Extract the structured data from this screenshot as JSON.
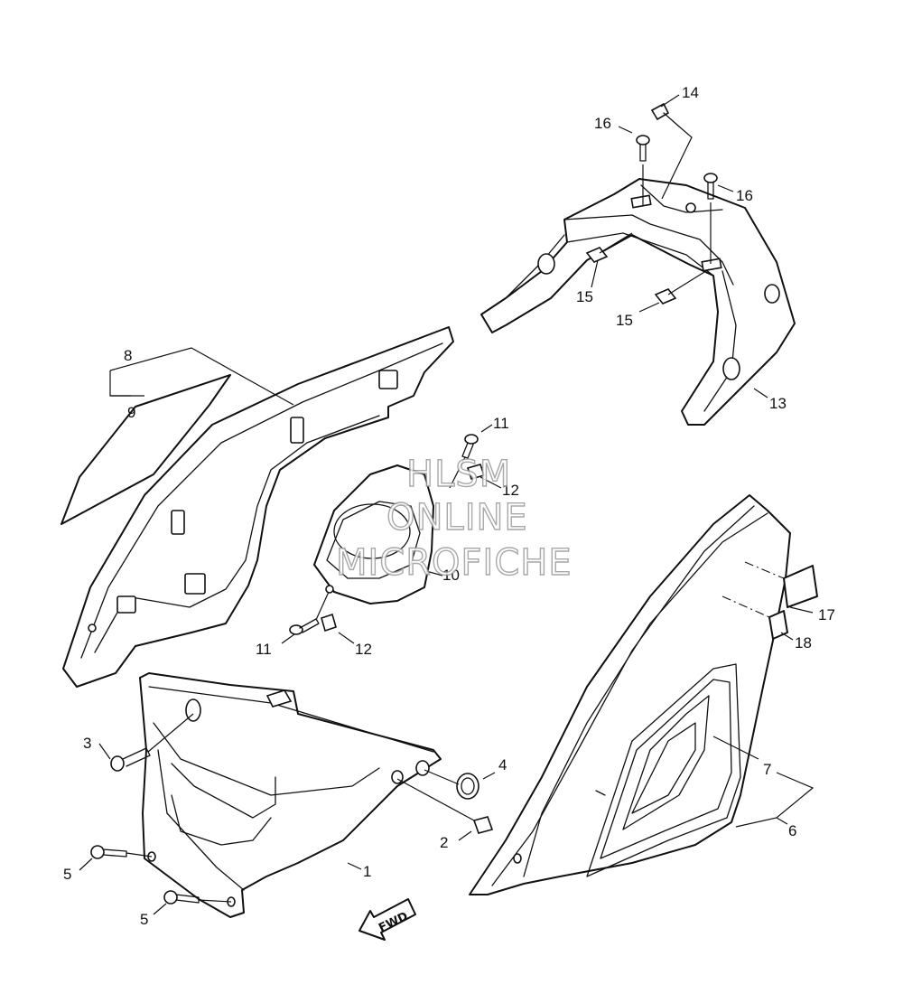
{
  "callouts": {
    "c1": "1",
    "c2": "2",
    "c3": "3",
    "c4": "4",
    "c5a": "5",
    "c5b": "5",
    "c6": "6",
    "c7": "7",
    "c8": "8",
    "c9": "9",
    "c10": "10",
    "c11a": "11",
    "c11b": "11",
    "c12a": "12",
    "c12b": "12",
    "c13": "13",
    "c14": "14",
    "c15a": "15",
    "c15b": "15",
    "c16a": "16",
    "c16b": "16",
    "c17": "17",
    "c18": "18"
  },
  "watermark": {
    "line1": "HLSM",
    "line2": "ONLINE",
    "line3": "MICROFICHE"
  },
  "direction_marker": {
    "label": "FWD"
  }
}
